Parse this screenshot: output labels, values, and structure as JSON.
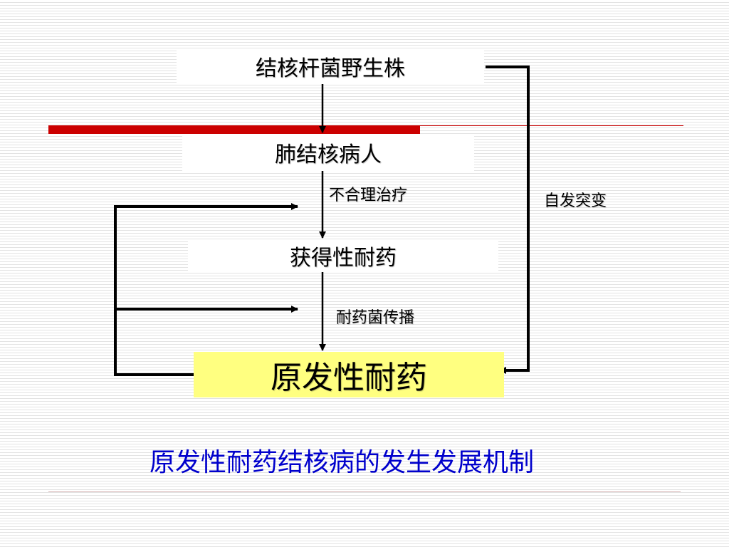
{
  "nodes": {
    "wild_strain": "结核杆菌野生株",
    "tb_patient": "肺结核病人",
    "acquired_resistance": "获得性耐药",
    "primary_resistance": "原发性耐药"
  },
  "edge_labels": {
    "improper_treatment": "不合理治疗",
    "resistant_spread": "耐药菌传播",
    "spontaneous_mutation": "自发突变"
  },
  "caption": "原发性耐药结核病的发生发展机制",
  "colors": {
    "accent_red": "#cc0000",
    "caption_blue": "#0000cc",
    "highlight_yellow": "#ffff80",
    "line_black": "#000000"
  }
}
